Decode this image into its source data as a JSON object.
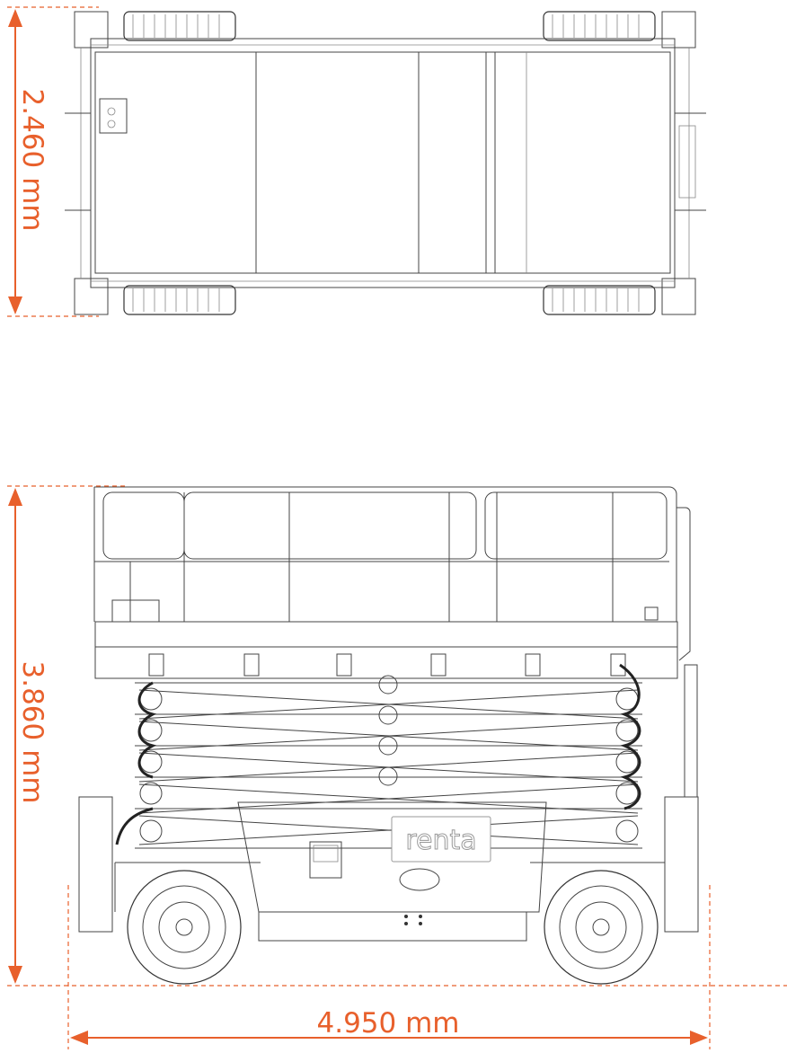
{
  "drawing": {
    "subject": "scissor-lift",
    "views": [
      "top",
      "side"
    ],
    "brand_logo": "renta"
  },
  "dimensions": {
    "width": "2.460 mm",
    "height": "3.860 mm",
    "length": "4.950 mm"
  },
  "colors": {
    "dimension": "#e8602c",
    "line": "#444444"
  }
}
